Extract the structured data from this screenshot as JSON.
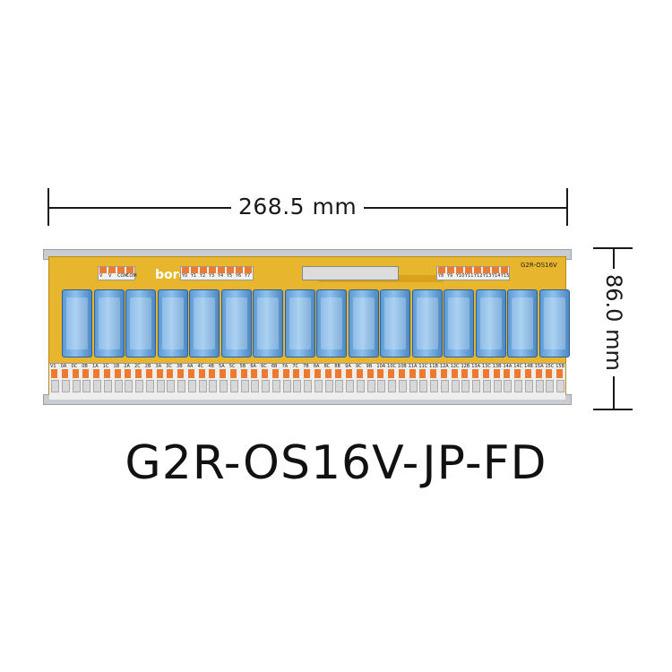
{
  "dimensions": {
    "width_label": "268.5 mm",
    "height_label": "86.0 mm"
  },
  "product": {
    "title": "G2R-OS16V-JP-FD",
    "board_model": "G2R-OS16V",
    "logo": "bore"
  },
  "relays": {
    "count": 16
  },
  "top_terminals": {
    "left": [
      "V",
      "V",
      "COM",
      "COM"
    ],
    "middle": [
      "Y0",
      "Y1",
      "Y2",
      "Y3",
      "Y4",
      "Y5",
      "Y6",
      "Y7"
    ],
    "right": [
      "Y8",
      "Y9",
      "Y10",
      "Y11",
      "Y12",
      "Y13",
      "Y14",
      "Y15"
    ]
  },
  "bottom_terminals": [
    "V1",
    "0A",
    "0C",
    "0B",
    "1A",
    "1C",
    "1B",
    "2A",
    "2C",
    "2B",
    "3A",
    "3C",
    "3B",
    "4A",
    "4C",
    "4B",
    "5A",
    "5C",
    "5B",
    "6A",
    "6C",
    "6B",
    "7A",
    "7C",
    "7B",
    "8A",
    "8C",
    "8B",
    "9A",
    "9C",
    "9B",
    "10A",
    "10C",
    "10B",
    "11A",
    "11C",
    "11B",
    "12A",
    "12C",
    "12B",
    "13A",
    "13C",
    "13B",
    "14A",
    "14C",
    "14B",
    "15A",
    "15C",
    "15B"
  ]
}
